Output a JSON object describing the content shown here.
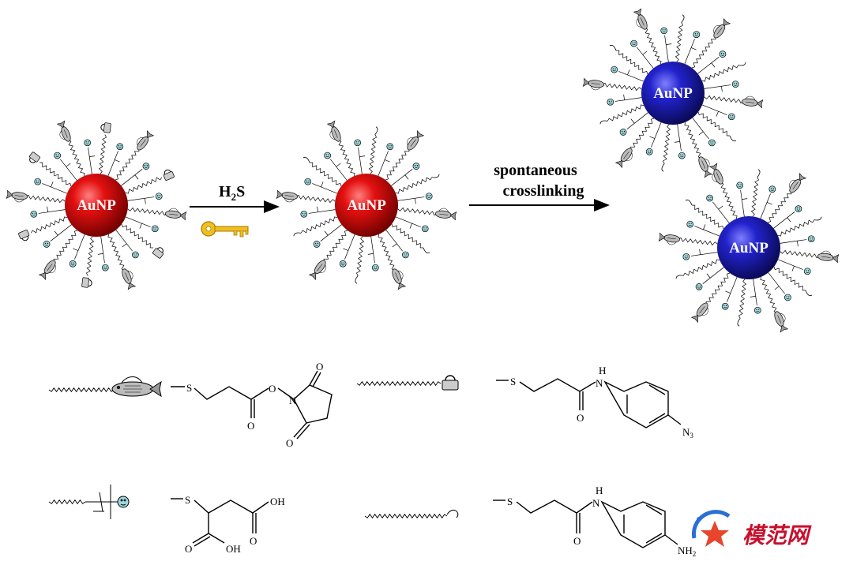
{
  "particles": [
    {
      "label": "AuNP",
      "core": "red"
    },
    {
      "label": "AuNP",
      "core": "red"
    },
    {
      "label": "AuNP",
      "core": "blue"
    },
    {
      "label": "AuNP",
      "core": "blue"
    }
  ],
  "steps": {
    "reagent_main": "H",
    "reagent_sub": "2",
    "reagent_tail": "S",
    "crosslink_line1": "spontaneous",
    "crosslink_line2": "crosslinking"
  },
  "legend": {
    "nhs_carbonyl_o": "O",
    "nhs_ester_o": "O",
    "nhs_ring_o_top": "O",
    "nhs_ring_o_bottom": "O",
    "nhs_n": "N",
    "azide_nh": "H",
    "azide_n": "N",
    "azide_o": "O",
    "azide_group": "N",
    "azide_group_sub": "3",
    "succinic_oh1": "OH",
    "succinic_o1": "O",
    "succinic_o2": "O",
    "succinic_oh2": "OH",
    "amine_nh": "H",
    "amine_n": "N",
    "amine_o": "O",
    "amine_group": "NH",
    "amine_group_sub": "2"
  },
  "watermark": {
    "text": "模范网"
  },
  "colors": {
    "red_core": "#d40000",
    "blue_core": "#1f1fb8",
    "key": "#e8b400",
    "smiley": "#9fd7dd",
    "watermark_red": "#c8102e",
    "watermark_blue": "#2a6fd6"
  },
  "icons": [
    "gold-key-icon",
    "fish-nhs-icon",
    "lock-azide-icon",
    "smiley-carboxyl-icon",
    "tail-amine-icon",
    "star-logo-icon"
  ]
}
